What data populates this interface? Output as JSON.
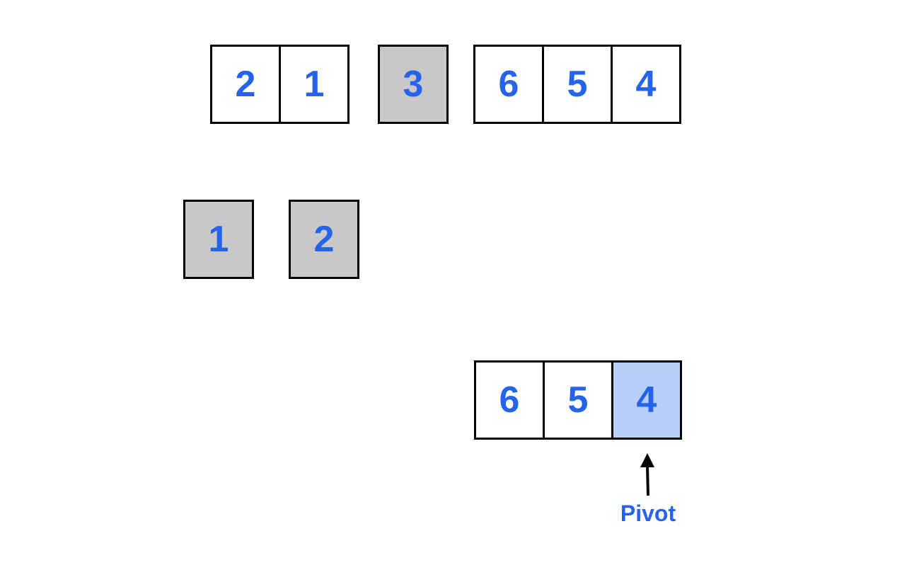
{
  "colors": {
    "digit": "#2563eb",
    "border": "#000000",
    "sorted_fill": "#c8c8c8",
    "pivot_fill": "#b8cffa"
  },
  "row1": {
    "left": [
      "2",
      "1"
    ],
    "middle": [
      "3"
    ],
    "right": [
      "6",
      "5",
      "4"
    ]
  },
  "row2": {
    "a": [
      "1"
    ],
    "b": [
      "2"
    ]
  },
  "row3": [
    "6",
    "5",
    "4"
  ],
  "pivot": {
    "label": "Pivot",
    "icon": "up-arrow-icon"
  }
}
